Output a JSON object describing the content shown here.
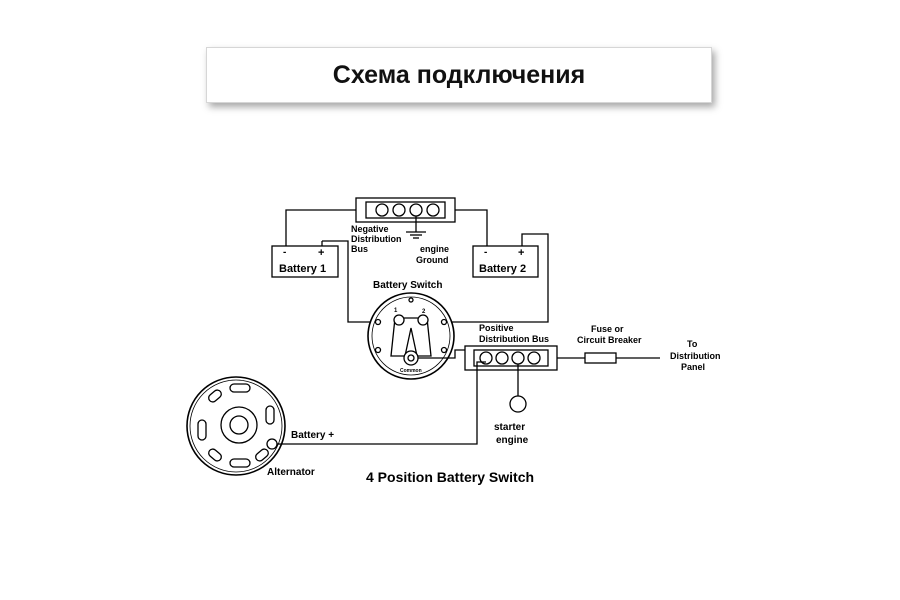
{
  "header": {
    "title": "Схема подключения"
  },
  "diagram": {
    "negative_bus_label": [
      "Negative",
      "Distribution",
      "Bus"
    ],
    "engine_ground_label": [
      "engine",
      "Ground"
    ],
    "battery1": {
      "label": "Battery 1",
      "minus": "-",
      "plus": "+"
    },
    "battery2": {
      "label": "Battery 2",
      "minus": "-",
      "plus": "+"
    },
    "battery_switch_label": "Battery Switch",
    "switch_marks": {
      "one": "1",
      "two": "2",
      "common": "Common"
    },
    "positive_bus_label": [
      "Positive",
      "Distribution Bus"
    ],
    "fuse_label": [
      "Fuse or",
      "Circuit Breaker"
    ],
    "distribution_panel_label": [
      "To",
      "Distribution",
      "Panel"
    ],
    "starter_label": [
      "starter",
      "engine"
    ],
    "battery_plus_label": "Battery +",
    "alternator_label": "Alternator",
    "caption": "4 Position Battery Switch"
  }
}
